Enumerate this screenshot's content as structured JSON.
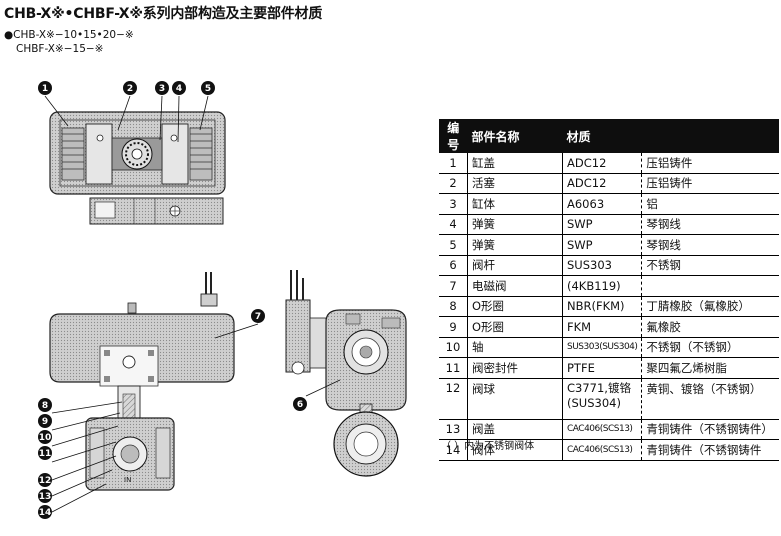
{
  "title": "CHB-X※•CHBF-X※系列内部构造及主要部件材质",
  "models": {
    "line1": "●CHB-X※−10•15•20−※",
    "line2": "CHBF-X※−15−※"
  },
  "callouts": [
    "1",
    "2",
    "3",
    "4",
    "5",
    "6",
    "7",
    "8",
    "9",
    "10",
    "11",
    "12",
    "13",
    "14"
  ],
  "drawing_text": {
    "in_label": "IN"
  },
  "table": {
    "headers": [
      "编号",
      "部件名称",
      "材质"
    ],
    "rows": [
      {
        "no": "1",
        "name": "缸盖",
        "mat": "ADC12",
        "desc": "压铝铸件"
      },
      {
        "no": "2",
        "name": "活塞",
        "mat": "ADC12",
        "desc": "压铝铸件"
      },
      {
        "no": "3",
        "name": "缸体",
        "mat": "A6063",
        "desc": "铝"
      },
      {
        "no": "4",
        "name": "弹簧",
        "mat": "SWP",
        "desc": "琴钢线"
      },
      {
        "no": "5",
        "name": "弹簧",
        "mat": "SWP",
        "desc": "琴钢线"
      },
      {
        "no": "6",
        "name": "阀杆",
        "mat": "SUS303",
        "desc": "不锈钢"
      },
      {
        "no": "7",
        "name": "电磁阀",
        "mat": "(4KB119)",
        "desc": ""
      },
      {
        "no": "8",
        "name": "O形圈",
        "mat": "NBR(FKM)",
        "desc": "丁腈橡胶（氟橡胶）"
      },
      {
        "no": "9",
        "name": "O形圈",
        "mat": "FKM",
        "desc": "氟橡胶"
      },
      {
        "no": "10",
        "name": "轴",
        "mat": "SUS303(SUS304)",
        "desc": "不锈钢（不锈钢）"
      },
      {
        "no": "11",
        "name": "阀密封件",
        "mat": "PTFE",
        "desc": "聚四氟乙烯树脂"
      },
      {
        "no": "12",
        "name": "阀球",
        "mat": "C3771,镀铬(SUS304)",
        "desc": "黄铜、镀铬（不锈钢）"
      },
      {
        "no": "13",
        "name": "阀盖",
        "mat": "CAC406(SCS13)",
        "desc": "青铜铸件（不锈钢铸件）"
      },
      {
        "no": "14",
        "name": "阀体",
        "mat": "CAC406(SCS13)",
        "desc": "青铜铸件（不锈钢铸件"
      }
    ]
  },
  "note": "（  ）内为不锈钢阀体"
}
